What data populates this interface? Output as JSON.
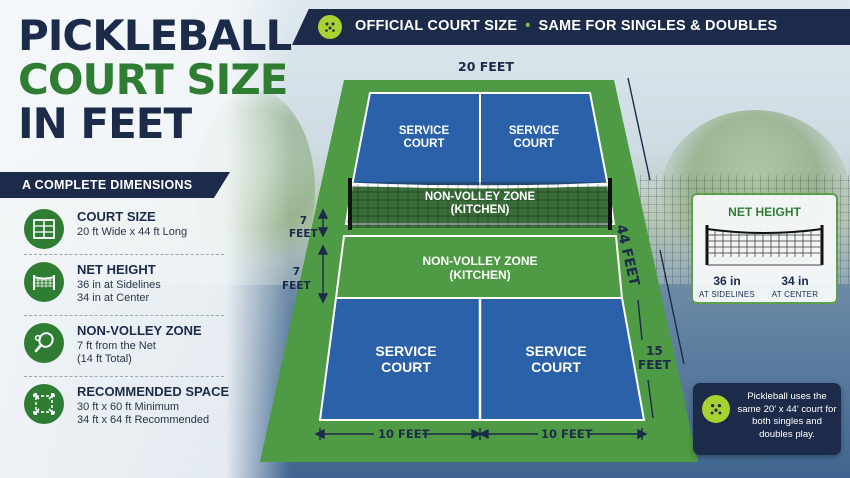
{
  "title": {
    "line1": "PICKLEBALL",
    "line2": "COURT SIZE",
    "line3": "IN FEET"
  },
  "subtitle": "A COMPLETE DIMENSIONS GUIDE",
  "banner": {
    "left": "OFFICIAL COURT SIZE",
    "separator": "•",
    "right": "SAME FOR SINGLES & DOUBLES"
  },
  "features": [
    {
      "icon": "court-icon",
      "heading": "COURT SIZE",
      "detail": "20 ft Wide x 44 ft Long"
    },
    {
      "icon": "net-icon",
      "heading": "NET HEIGHT",
      "detail": "36 in at Sidelines\n34 in at Center"
    },
    {
      "icon": "paddle-icon",
      "heading": "NON-VOLLEY ZONE",
      "detail": "7 ft from the Net\n(14 ft Total)"
    },
    {
      "icon": "space-icon",
      "heading": "RECOMMENDED SPACE",
      "detail": "30 ft x 60 ft Minimum\n34 ft x 64 ft Recommended"
    }
  ],
  "court": {
    "width_label": "20 FEET",
    "length_label": "44 FEET",
    "kitchen_depth_top": "7\nFEET",
    "kitchen_depth_bottom": "7\nFEET",
    "service_depth": "15\nFEET",
    "half_width_left": "10 FEET",
    "half_width_right": "10 FEET",
    "service_court_label": "SERVICE\nCOURT",
    "kitchen_label": "NON-VOLLEY ZONE\n(KITCHEN)"
  },
  "net_height": {
    "title": "NET HEIGHT",
    "sideline_value": "36 in",
    "sideline_label": "AT SIDELINES",
    "center_value": "34 in",
    "center_label": "AT CENTER"
  },
  "info": "Pickleball uses the same 20' x 44' court for both singles and doubles play.",
  "colors": {
    "navy": "#1c2b4a",
    "green": "#2f7d32",
    "court_green": "#4f9a45",
    "court_blue": "#2a61a8",
    "ball": "#a7d22f"
  }
}
